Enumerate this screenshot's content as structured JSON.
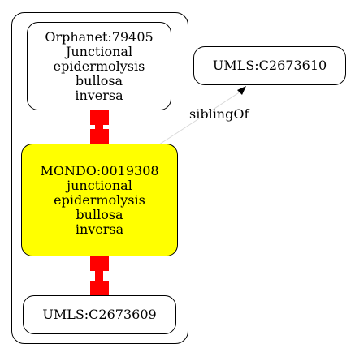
{
  "colors": {
    "edge_red": "#ff0000",
    "highlight_fill": "#ffff00",
    "sibling_edge": "#d9d9d9",
    "stroke": "#000000"
  },
  "nodes": {
    "orphanet": {
      "lines": [
        "Orphanet:79405",
        "Junctional",
        "epidermolysis",
        "bullosa",
        "inversa"
      ]
    },
    "mondo": {
      "lines": [
        "MONDO:0019308",
        "junctional",
        "epidermolysis",
        "bullosa",
        "inversa"
      ]
    },
    "umls_c2673609": {
      "lines": [
        "UMLS:C2673609"
      ]
    },
    "umls_c2673610": {
      "lines": [
        "UMLS:C2673610"
      ]
    }
  },
  "edges": {
    "sibling_label": "siblingOf"
  }
}
